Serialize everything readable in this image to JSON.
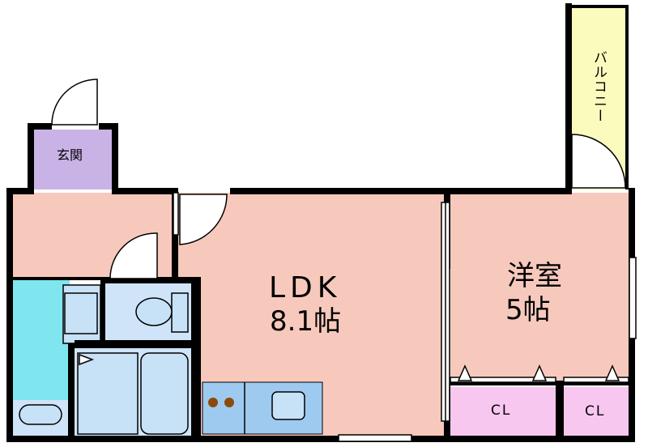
{
  "rooms": {
    "entrance": {
      "label": "玄関"
    },
    "ldk": {
      "name": "LDK",
      "size": "8.1帖"
    },
    "western": {
      "name": "洋室",
      "size": "5帖"
    },
    "closet_1": {
      "label": "CL"
    },
    "closet_2": {
      "label": "CL"
    },
    "balcony": {
      "label": "バルコニー"
    }
  },
  "colors": {
    "wall": "#000000",
    "living": "#f7c9bd",
    "entrance": "#c9b3e6",
    "balcony": "#fbfbbe",
    "wet_area": "#cfe4f8",
    "washroom": "#7fe6f0",
    "closet": "#f8c7f0",
    "kitchen": "#9fcaf0",
    "fixture": "#c7e1f7",
    "stove": "#8b4a0b"
  }
}
